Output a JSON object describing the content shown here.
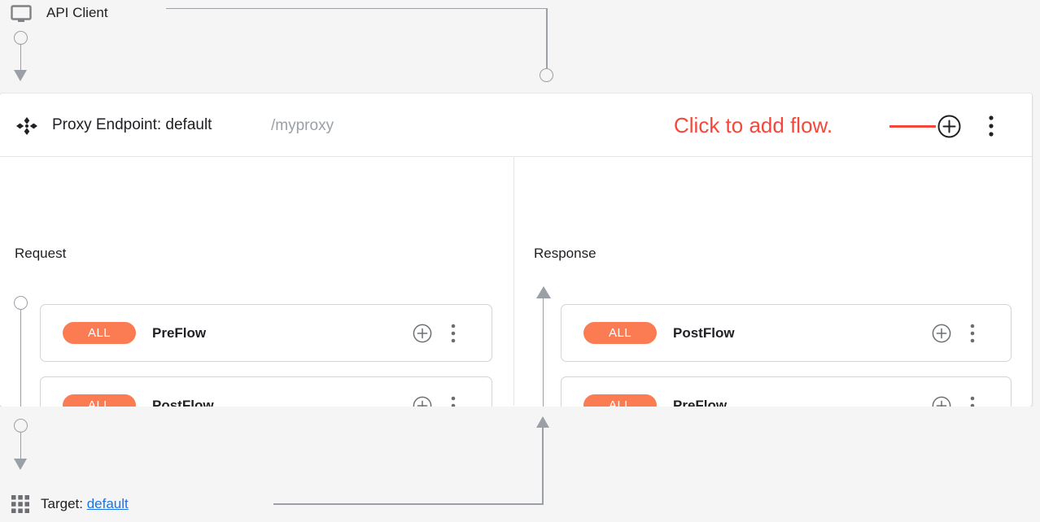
{
  "client": {
    "label": "API Client",
    "icon": "monitor-icon"
  },
  "proxy": {
    "move_icon": "move-handle-icon",
    "title": "Proxy Endpoint: default",
    "path": "/myproxy",
    "annotation": "Click to add flow.",
    "annotation_color": "#f4483c",
    "add_icon": "plus-circle-icon",
    "menu_icon": "more-vert-icon"
  },
  "columns": [
    {
      "title": "Request",
      "direction": "down",
      "cards": [
        {
          "badge": "ALL",
          "name": "PreFlow",
          "add_icon": "plus-circle-icon",
          "menu_icon": "more-vert-icon"
        },
        {
          "badge": "ALL",
          "name": "PostFlow",
          "add_icon": "plus-circle-icon",
          "menu_icon": "more-vert-icon"
        }
      ]
    },
    {
      "title": "Response",
      "direction": "up",
      "cards": [
        {
          "badge": "ALL",
          "name": "PostFlow",
          "add_icon": "plus-circle-icon",
          "menu_icon": "more-vert-icon"
        },
        {
          "badge": "ALL",
          "name": "PreFlow",
          "add_icon": "plus-circle-icon",
          "menu_icon": "more-vert-icon"
        }
      ]
    }
  ],
  "target": {
    "icon": "grid-icon",
    "label_prefix": "Target: ",
    "link_text": "default",
    "link_color": "#1a73e8"
  },
  "colors": {
    "badge_orange": "#fb7b52",
    "annotation_red": "#f4483c",
    "link_blue": "#1a73e8",
    "rail_gray": "#9aa0a6",
    "page_background": "#f5f5f5",
    "card_background": "#ffffff"
  }
}
